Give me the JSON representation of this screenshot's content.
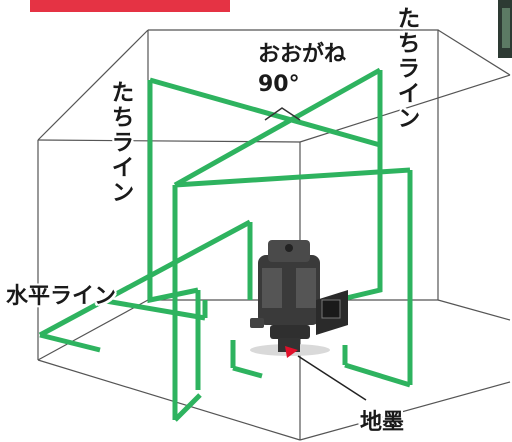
{
  "colors": {
    "laser_green": "#2eb35f",
    "laser_green_light": "#8fd6a7",
    "room_line": "#555555",
    "banner_red": "#e53344",
    "device_body": "#3a3a3a",
    "ground_mark": "#e0102a"
  },
  "labels": {
    "vertical_line_left": "たちライン",
    "vertical_line_right": "たちライン",
    "ceiling_cross_line1": "おおがね",
    "ceiling_cross_line2": "90°",
    "horizontal_line": "水平ライン",
    "ground_point": "地墨"
  }
}
